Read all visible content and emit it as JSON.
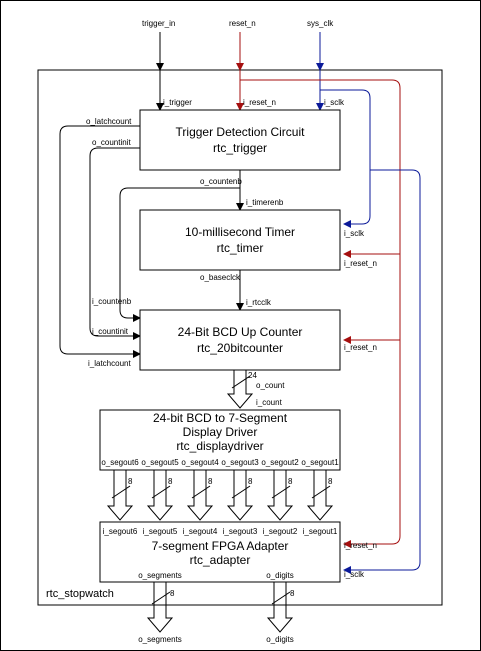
{
  "top_inputs": {
    "trigger_in": "trigger_in",
    "reset_n": "reset_n",
    "sys_clk": "sys_clk"
  },
  "wrapper": {
    "name": "rtc_stopwatch"
  },
  "trigger": {
    "title": "Trigger Detection Circuit",
    "name": "rtc_trigger",
    "i_trigger": "i_trigger",
    "i_reset_n": "i_reset_n",
    "i_sclk": "i_sclk",
    "o_latchcount": "o_latchcount",
    "o_countinit": "o_countinit",
    "o_countenb": "o_countenb"
  },
  "timer": {
    "title": "10-millisecond Timer",
    "name": "rtc_timer",
    "i_timerenb": "i_timerenb",
    "i_sclk": "i_sclk",
    "i_reset_n": "i_reset_n",
    "o_baseclck": "o_baseclck"
  },
  "counter": {
    "title": "24-Bit BCD Up Counter",
    "name": "rtc_20bitcounter",
    "i_rtcclk": "i_rtcclk",
    "i_countenb": "i_countenb",
    "i_countinit": "i_countinit",
    "i_latchcount": "i_latchcount",
    "i_reset_n": "i_reset_n",
    "bus_width": "24",
    "o_count": "o_count",
    "i_count": "i_count"
  },
  "display": {
    "title_line1": "24-bit BCD to 7-Segment",
    "title_line2": "Display Driver",
    "name": "rtc_displaydriver",
    "outputs": [
      "o_segout6",
      "o_segout5",
      "o_segout4",
      "o_segout3",
      "o_segout2",
      "o_segout1"
    ],
    "bus_width": "8"
  },
  "adapter": {
    "title": "7-segment FPGA Adapter",
    "name": "rtc_adapter",
    "inputs": [
      "i_segout6",
      "i_segout5",
      "i_segout4",
      "i_segout3",
      "i_segout2",
      "i_segout1"
    ],
    "i_reset_n": "i_reset_n",
    "i_sclk": "i_sclk",
    "o_segments": "o_segments",
    "o_digits": "o_digits",
    "bus_width": "8"
  },
  "top_outputs": {
    "o_segments": "o_segments",
    "o_digits": "o_digits"
  },
  "colors": {
    "reset_wire": "#a50f0f",
    "clock_wire": "#0b1a99",
    "wire": "#000000"
  }
}
